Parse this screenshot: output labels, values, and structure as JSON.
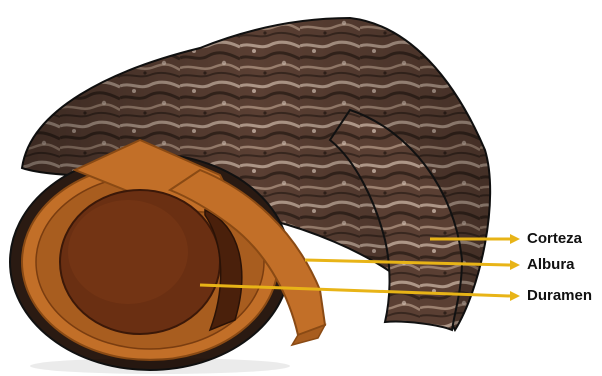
{
  "labels": {
    "corteza": "Corteza",
    "albura": "Albura",
    "duramen": "Duramen"
  },
  "colors": {
    "bark_base": "#5a3f33",
    "bark_light": "#c8b2a2",
    "bark_dark": "#2a1d17",
    "sapwood": "#c26f28",
    "sapwood_edge": "#8a4a14",
    "heartwood": "#6a2f12",
    "heartwood_dark": "#3b1808",
    "arrow": "#e8b417",
    "outline": "#111111"
  }
}
